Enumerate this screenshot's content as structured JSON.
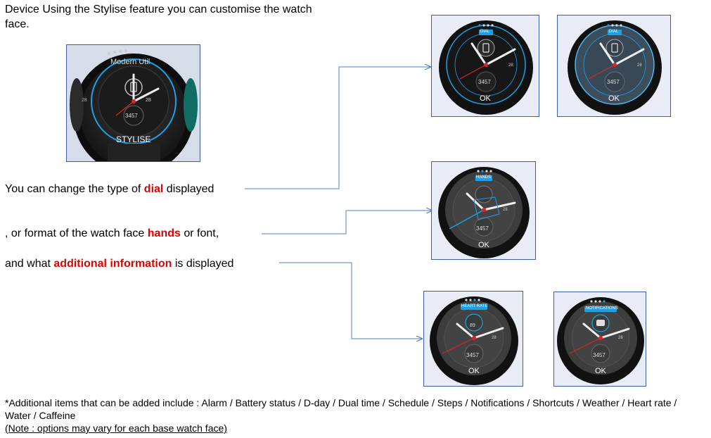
{
  "intro": {
    "line1": "Device Using the Stylise feature you can customise the watch",
    "line2": "face."
  },
  "main_watch": {
    "face_title": "Modern Util",
    "steps": "3457",
    "date": "28",
    "small_num": "28",
    "button": "STYLISE"
  },
  "rows": {
    "dial": {
      "before": "You can change the type of ",
      "highlight": "dial",
      "after": " displayed"
    },
    "hands": {
      "before": ", or format of the watch face ",
      "highlight": "hands",
      "after": " or font,"
    },
    "info": {
      "before": "and what ",
      "highlight": "additional information",
      "after": " is displayed"
    }
  },
  "watches": {
    "dial_dark": {
      "tab": "DIAL",
      "steps": "3457",
      "date": "28",
      "ok": "OK"
    },
    "dial_light": {
      "tab": "DIAL",
      "steps": "3457",
      "date": "28",
      "ok": "OK"
    },
    "hands": {
      "tab": "HANDS",
      "steps": "3457",
      "date": "28",
      "ok": "OK"
    },
    "heart_rate": {
      "tab": "HEART RATE",
      "steps": "3457",
      "date": "28",
      "ok": "OK",
      "value": "89"
    },
    "notifications": {
      "tab": "NOTIFICATIONS",
      "steps": "3457",
      "date": "28",
      "ok": "OK"
    }
  },
  "footnote": {
    "line1": "*Additional items that can be added include : Alarm / Battery status / D-day / Dual time / Schedule / Steps / Notifications / Shortcuts / Weather / Heart rate /",
    "line2": "Water / Caffeine",
    "line3": "(Note : options may vary for each base watch face)"
  },
  "colors": {
    "accent": "#1ea0e6",
    "highlight": "#e00000",
    "frame_border": "#3d5ea4",
    "connector": "#4f7fc0",
    "second_hand": "#d8252b"
  }
}
